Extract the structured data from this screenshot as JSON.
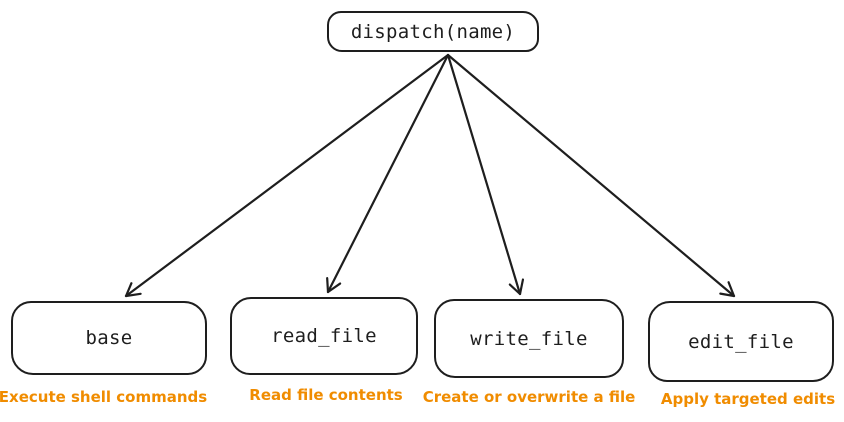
{
  "diagram": {
    "root": {
      "label": "dispatch(name)"
    },
    "nodes": [
      {
        "id": "base",
        "label": "base",
        "caption": "Execute shell commands"
      },
      {
        "id": "read_file",
        "label": "read_file",
        "caption": "Read file contents"
      },
      {
        "id": "write_file",
        "label": "write_file",
        "caption": "Create or overwrite a file"
      },
      {
        "id": "edit_file",
        "label": "edit_file",
        "caption": "Apply targeted edits"
      }
    ],
    "edges": [
      {
        "from": "dispatch(name)",
        "to": "base"
      },
      {
        "from": "dispatch(name)",
        "to": "read_file"
      },
      {
        "from": "dispatch(name)",
        "to": "write_file"
      },
      {
        "from": "dispatch(name)",
        "to": "edit_file"
      }
    ],
    "colors": {
      "stroke": "#1e1e1e",
      "caption_text": "#f08c00",
      "background": "#ffffff"
    }
  }
}
